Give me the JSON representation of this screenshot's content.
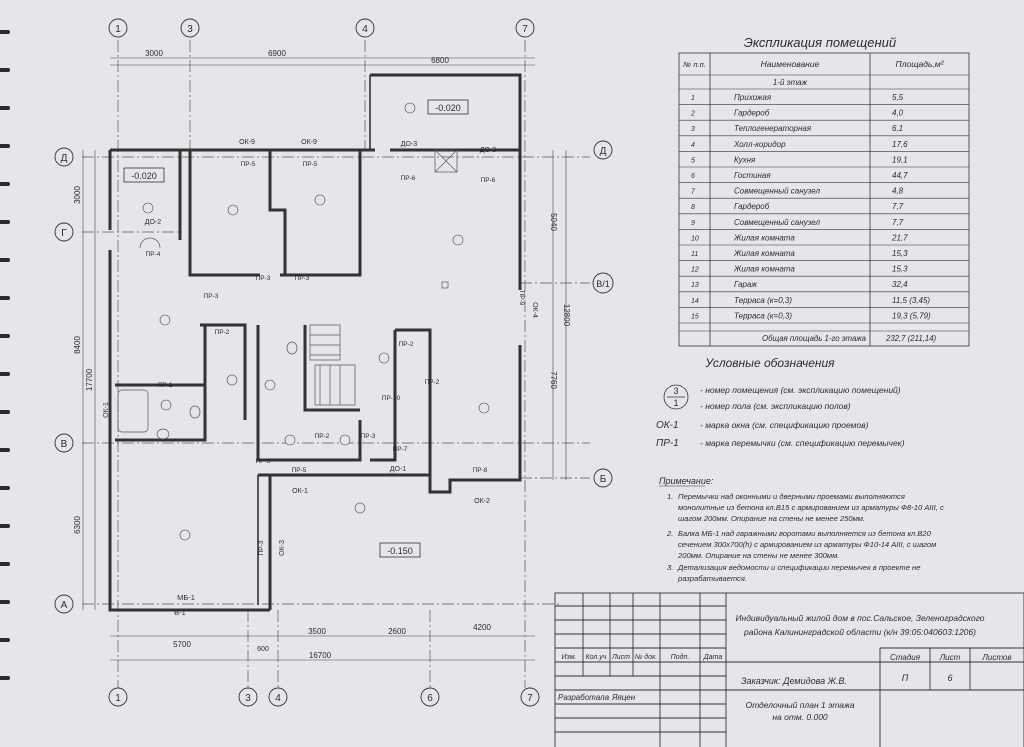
{
  "explication": {
    "title": "Экспликация помещений",
    "headers": {
      "num": "№ п.п.",
      "name": "Наименование",
      "area": "Площадь,м²"
    },
    "floor_label": "1-й этаж",
    "rows": [
      {
        "n": "1",
        "name": "Прихожая",
        "area": "5,5"
      },
      {
        "n": "2",
        "name": "Гардероб",
        "area": "4,0"
      },
      {
        "n": "3",
        "name": "Теплогенераторная",
        "area": "6,1"
      },
      {
        "n": "4",
        "name": "Холл-коридор",
        "area": "17,6"
      },
      {
        "n": "5",
        "name": "Кухня",
        "area": "19,1"
      },
      {
        "n": "6",
        "name": "Гостиная",
        "area": "44,7"
      },
      {
        "n": "7",
        "name": "Совмещенный санузел",
        "area": "4,8"
      },
      {
        "n": "8",
        "name": "Гардероб",
        "area": "7,7"
      },
      {
        "n": "9",
        "name": "Совмещенный санузел",
        "area": "7,7"
      },
      {
        "n": "10",
        "name": "Жилая комната",
        "area": "21,7"
      },
      {
        "n": "11",
        "name": "Жилая комната",
        "area": "15,3"
      },
      {
        "n": "12",
        "name": "Жилая комната",
        "area": "15,3"
      },
      {
        "n": "13",
        "name": "Гараж",
        "area": "32,4"
      },
      {
        "n": "14",
        "name": "Терраса (к=0,3)",
        "area": "11,5 (3,45)"
      },
      {
        "n": "15",
        "name": "Терраса (к=0,3)",
        "area": "19,3 (5,79)"
      }
    ],
    "total_label": "Общая площадь 1-го этажа",
    "total_value": "232,7 (211,14)"
  },
  "legend": {
    "title": "Условные обозначения",
    "symbol_top": "3",
    "symbol_bottom": "1",
    "item1": "- номер помещения (см. экспликацию помещений)",
    "item2": "- номер пола (см. экспликацию полов)",
    "mark3": "ОК-1",
    "item3": "- марка окна (см. спецификацию проемов)",
    "mark4": "ПР-1",
    "item4": "- марка перемычки (см. спецификацию перемычек)"
  },
  "notes": {
    "title": "Примечание:",
    "n1_num": "1.",
    "n1": [
      "Перемычки над оконными и дверными проемами выполняются",
      "монолитные из бетона кл.В15 с армированием из арматуры Ф8-10 АIII, с",
      "шагом 200мм. Опирание на стены не менее 250мм."
    ],
    "n2_num": "2.",
    "n2": [
      "Балка МБ-1 над гаражными воротами выполняется из бетона кл.В20",
      "сечением 300х700(h) с армированием из арматуры Ф10-14 АIII, с шагом",
      "200мм. Опирание на стены не менее 300мм."
    ],
    "n3_num": "3.",
    "n3": [
      "Детализация ведомости и спецификации перемычек в проекте не",
      "разрабатывается."
    ]
  },
  "title_block": {
    "project": [
      "Индивидуальный жилой дом в пос.Сальское, Зеленоградского",
      "района Калининградской области  (к/н 39:05:040603:1206)"
    ],
    "cols": [
      "Изм.",
      "Кол.уч",
      "Лист",
      "№ док.",
      "Подп.",
      "Дата"
    ],
    "customer": "Заказчик: Демидова Ж.В.",
    "stage_label": "Стадия",
    "sheet_label": "Лист",
    "sheets_label": "Листов",
    "stage": "П",
    "sheet": "6",
    "developed_label": "Разработала",
    "developed_name": "Яяцен",
    "drawing_title": [
      "Отделочный план 1 этажа",
      "на отм. 0.000"
    ]
  },
  "plan": {
    "axes_top": [
      "1",
      "3",
      "4",
      "7"
    ],
    "axes_bottom": [
      "1",
      "3",
      "4",
      "6",
      "7"
    ],
    "axes_left": [
      "Д",
      "Г",
      "В",
      "А"
    ],
    "axes_right": [
      "Д",
      "В/1",
      "Б"
    ],
    "dims_top": [
      "3000",
      "6900",
      "6800"
    ],
    "dims_bottom": [
      "5700",
      "3500",
      "2600",
      "4200"
    ],
    "dim_small": "600",
    "dim_total_bottom": "16700",
    "dims_left": [
      "3000",
      "8400",
      "17700",
      "6300"
    ],
    "dims_right": [
      "5040",
      "12800",
      "7760"
    ],
    "levels": [
      "-0.020",
      "-0.020",
      "-0.150"
    ],
    "windows": [
      "ОК-9",
      "ОК-9",
      "ОК-1",
      "ОК-2",
      "ОК-1",
      "ОК-3",
      "ОК-4",
      "ДО-3",
      "ДО-3",
      "ДО-2",
      "ДО-1"
    ],
    "lintels": [
      "ПР-5",
      "ПР-5",
      "ПР-4",
      "ПР-3",
      "ПР-3",
      "ПР-3",
      "ПР-2",
      "ПР-1",
      "ПР-2",
      "ПР-2",
      "ПР-10",
      "ПР-7",
      "ПР-8",
      "ПР-5",
      "ПР-3",
      "ПР-3",
      "ПР-6",
      "ПР-6",
      "ПР-2",
      "ПР-3",
      "ПР-9"
    ],
    "beam": "МБ-1",
    "gate": "В-1"
  }
}
